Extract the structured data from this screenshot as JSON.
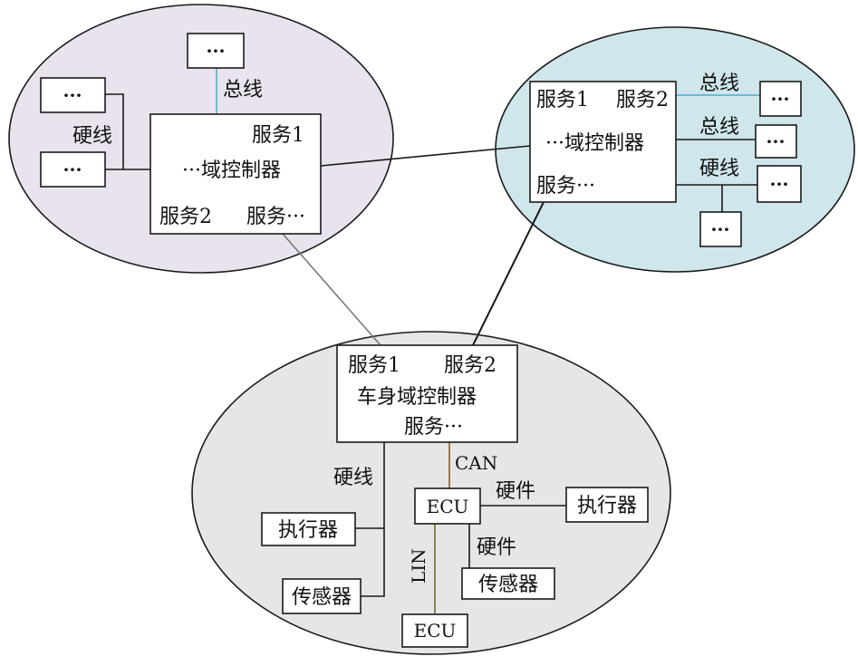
{
  "colors": {
    "left_cluster": "#e8e3ec",
    "right_cluster": "#cfe6ea",
    "bottom_cluster": "#e6e6e6",
    "cyan_bus": "#56b7d6",
    "brown_link": "#9a6a3a",
    "olive_link": "#7c7a3c",
    "line_dark": "#1a1a1a",
    "line_gray": "#777777"
  },
  "left": {
    "top_node": "···",
    "bus_label": "总线",
    "node_a": "···",
    "node_b": "···",
    "hardwire_label": "硬线",
    "controller": {
      "service1": "服务1",
      "name": "···域控制器",
      "service2": "服务2",
      "service_more": "服务···"
    }
  },
  "right": {
    "controller": {
      "service1": "服务1",
      "service2": "服务2",
      "name": "···域控制器",
      "service_more": "服务···"
    },
    "bus_label_1": "总线",
    "bus_label_2": "总线",
    "hardwire_label": "硬线",
    "node_1": "···",
    "node_2": "···",
    "node_3": "···",
    "node_4": "···"
  },
  "bottom": {
    "controller": {
      "service1": "服务1",
      "service2": "服务2",
      "name": "车身域控制器",
      "service_more": "服务···"
    },
    "can_label": "CAN",
    "hardwire_label": "硬线",
    "ecu_top": "ECU",
    "hardware_label_1": "硬件",
    "hardware_label_2": "硬件",
    "actuator_right": "执行器",
    "actuator_left": "执行器",
    "sensor_right": "传感器",
    "sensor_left": "传感器",
    "lin_label": "LIN",
    "ecu_bottom": "ECU"
  }
}
